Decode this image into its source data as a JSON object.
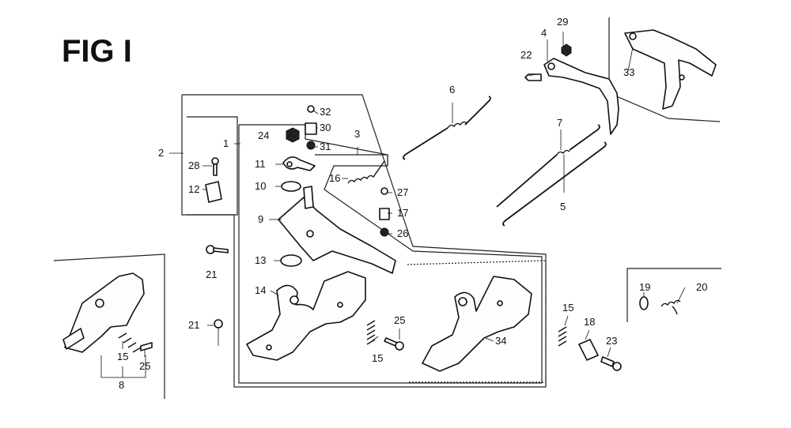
{
  "figure": {
    "title": "FIG I"
  },
  "callouts": [
    "1",
    "2",
    "3",
    "4",
    "5",
    "6",
    "7",
    "8",
    "9",
    "10",
    "11",
    "12",
    "13",
    "14",
    "15",
    "15",
    "15",
    "16",
    "17",
    "18",
    "19",
    "20",
    "21",
    "21",
    "22",
    "23",
    "24",
    "25",
    "25",
    "26",
    "27",
    "28",
    "29",
    "30",
    "31",
    "32",
    "33",
    "34"
  ]
}
